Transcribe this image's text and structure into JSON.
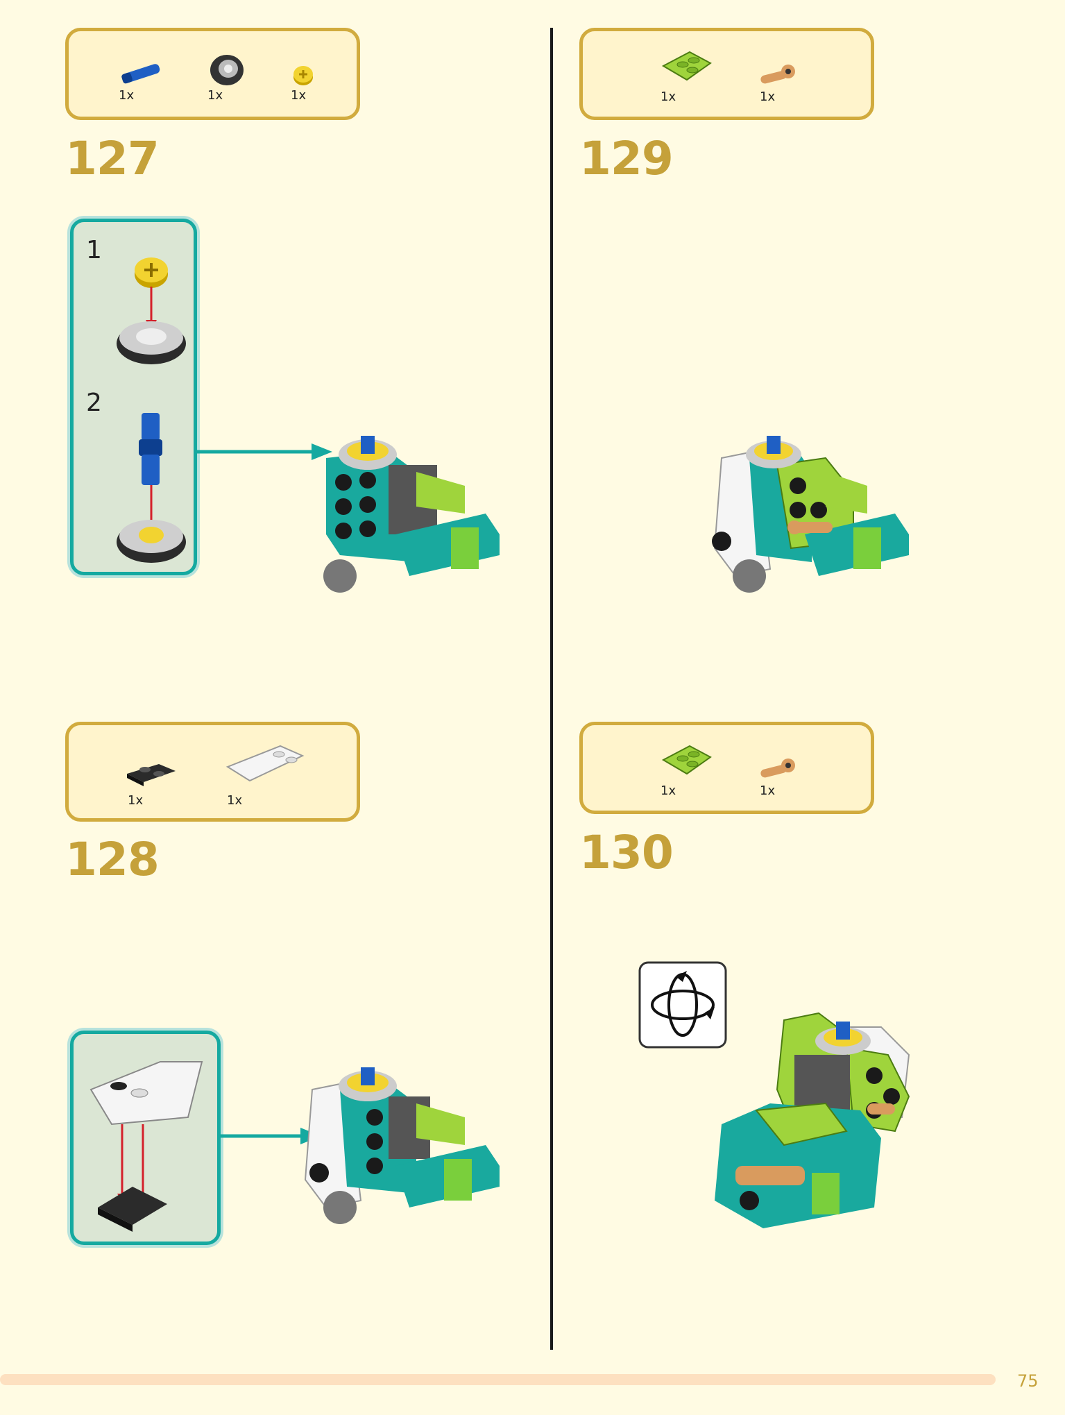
{
  "steps": [
    {
      "number": "127",
      "parts": [
        {
          "icon": "blue-axle-pin-icon",
          "qty": "1x"
        },
        {
          "icon": "gray-tire-icon",
          "qty": "1x"
        },
        {
          "icon": "yellow-hub-icon",
          "qty": "1x"
        }
      ],
      "substeps": [
        "1",
        "2"
      ]
    },
    {
      "number": "128",
      "parts": [
        {
          "icon": "black-plate-icon",
          "qty": "1x"
        },
        {
          "icon": "white-curved-slope-icon",
          "qty": "1x"
        }
      ]
    },
    {
      "number": "129",
      "parts": [
        {
          "icon": "lime-wedge-plate-icon",
          "qty": "1x"
        },
        {
          "icon": "tan-clip-icon",
          "qty": "1x"
        }
      ]
    },
    {
      "number": "130",
      "parts": [
        {
          "icon": "lime-wedge-plate-icon",
          "qty": "1x"
        },
        {
          "icon": "tan-clip-icon",
          "qty": "1x"
        }
      ]
    }
  ],
  "page_number": "75",
  "colors": {
    "background": "#fffbe3",
    "parts_border": "#d1ab3e",
    "step_number": "#c5a13a",
    "callout_border": "#15a9a0",
    "teal_brick": "#19a99e",
    "lime_brick": "#9fd43c",
    "arrow_red": "#d4202a"
  }
}
